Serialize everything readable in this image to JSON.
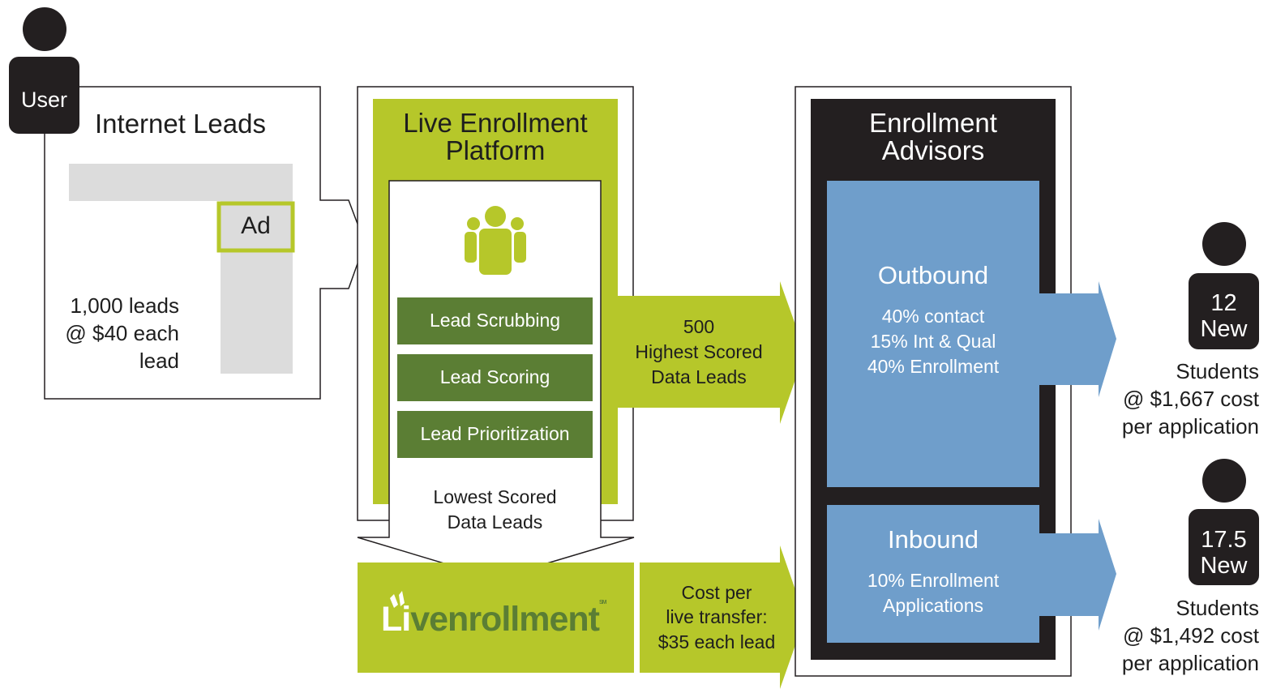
{
  "colors": {
    "green": "#b6c72a",
    "dark_green": "#5b7e34",
    "blue": "#6f9ecb",
    "dark": "#231f20",
    "gray": "#dcdcdc"
  },
  "user": {
    "label": "User"
  },
  "internet_leads": {
    "title": "Internet Leads",
    "ad_label": "Ad",
    "leads_line1": "1,000 leads",
    "leads_line2": "@ $40 each",
    "leads_line3": "lead"
  },
  "platform": {
    "title_line1": "Live Enrollment",
    "title_line2": "Platform",
    "icon": "group-icon",
    "steps": [
      "Lead Scrubbing",
      "Lead Scoring",
      "Lead Prioritization"
    ],
    "lowest_line1": "Lowest Scored",
    "lowest_line2": "Data Leads"
  },
  "highest_arrow": {
    "line1": "500",
    "line2": "Highest Scored",
    "line3": "Data Leads"
  },
  "logo": {
    "text_a": "Li",
    "text_b": "v",
    "text_c": "enrollment",
    "tm": "SM"
  },
  "cost_arrow": {
    "line1": "Cost per",
    "line2": "live transfer:",
    "line3": "$35 each lead"
  },
  "advisors": {
    "title_line1": "Enrollment",
    "title_line2": "Advisors",
    "outbound": {
      "title": "Outbound",
      "line1": "40% contact",
      "line2": "15% Int & Qual",
      "line3": "40% Enrollment"
    },
    "inbound": {
      "title": "Inbound",
      "line1": "10% Enrollment",
      "line2": "Applications"
    }
  },
  "results": [
    {
      "count": "12",
      "count_sub": "New",
      "line1": "Students",
      "line2": "@ $1,667 cost",
      "line3": "per application"
    },
    {
      "count": "17.5",
      "count_sub": "New",
      "line1": "Students",
      "line2": "@ $1,492 cost",
      "line3": "per application"
    }
  ]
}
